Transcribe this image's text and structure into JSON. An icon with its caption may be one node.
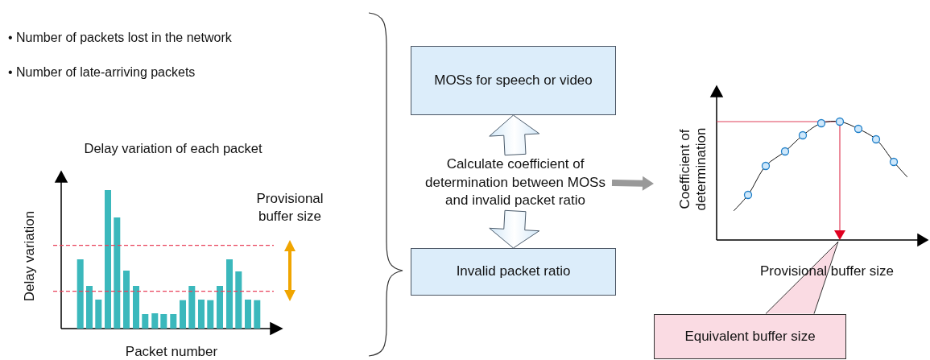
{
  "diagram": {
    "nodes": [
      {
        "text": [
          "MOSs for speech or video"
        ]
      },
      {
        "text": [
          "Invalid packet ratio"
        ]
      },
      {
        "text": [
          "Calculate coefficient of determination between MOSs and invalid packet ratio"
        ]
      },
      {
        "text": [
          "Equivalent buffer size"
        ]
      }
    ],
    "edges": [
      {
        "from": 2,
        "to": 0,
        "arrow": "to",
        "style": "thick",
        "color": "#d3e8f8"
      },
      {
        "from": 2,
        "to": 1,
        "arrow": "to",
        "style": "thick",
        "color": "#d3e8f8"
      },
      {
        "from": 2,
        "to": null,
        "arrow": "to",
        "style": "thick",
        "color": "#999999"
      },
      {
        "from": 3,
        "to": null,
        "arrow": "none"
      }
    ],
    "labels": [
      "• Number of packets lost in the network",
      "• Number of late-arriving packets",
      "Delay variation of each packet",
      "Delay variation",
      "Provisional buffer size",
      "Packet number",
      "Coefficient of determination",
      "Provisional buffer size"
    ]
  }
}
